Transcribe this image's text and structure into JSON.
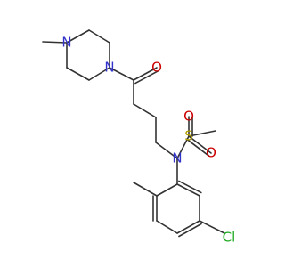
{
  "molecule": {
    "atoms": {
      "n_methyl": "N",
      "n_amide": "N",
      "o_carbonyl": "O",
      "n_sulfonamide": "N",
      "s_sulfonyl": "S",
      "o_sulfonyl_upper": "O",
      "o_sulfonyl_lower": "O",
      "cl": "Cl"
    },
    "colors": {
      "bond": "#333333",
      "nitrogen": "#3333cc",
      "oxygen": "#cc0000",
      "sulfur": "#b3a000",
      "chlorine": "#22aa22"
    }
  }
}
